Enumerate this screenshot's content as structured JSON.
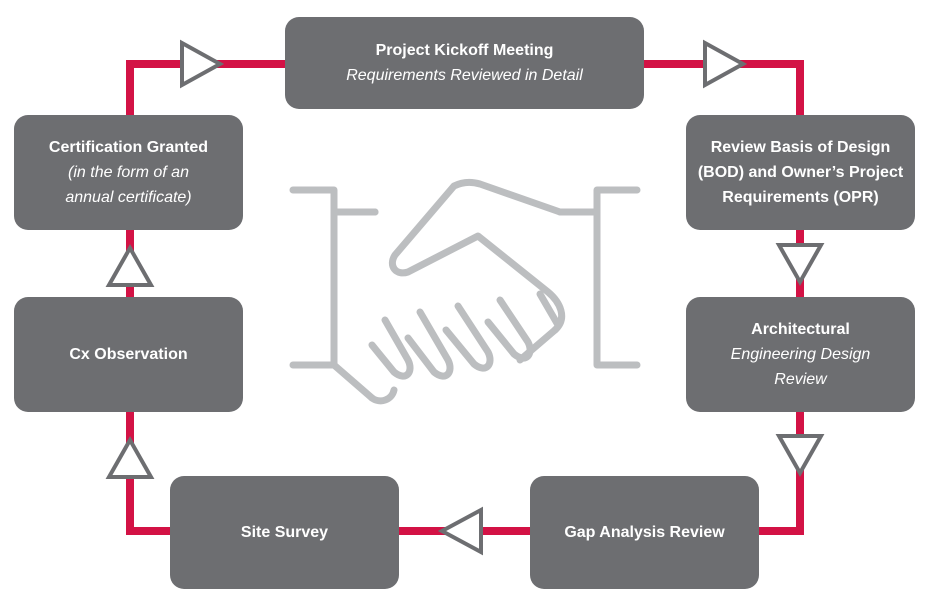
{
  "colors": {
    "box_fill": "#6d6e71",
    "box_text": "#ffffff",
    "connector": "#d31245",
    "arrow_stroke": "#6d6e71",
    "handshake": "#bcbec0"
  },
  "icons": {
    "center": "handshake-icon",
    "arrow": "triangle-arrow-icon"
  },
  "steps": {
    "kickoff": {
      "title": "Project Kickoff Meeting",
      "subtitle": "Requirements Reviewed in Detail"
    },
    "bod": {
      "line1": "Review Basis of Design",
      "line2": "(BOD) and Owner’s Project",
      "line3": "Requirements (OPR)"
    },
    "arch": {
      "title": "Architectural",
      "line2": "Engineering Design",
      "line3": "Review"
    },
    "gap": {
      "title": "Gap Analysis Review"
    },
    "site": {
      "title": "Site Survey"
    },
    "cx": {
      "title": "Cx Observation"
    },
    "cert": {
      "title": "Certification Granted",
      "line2": "(in the form of an",
      "line3": "annual certificate)"
    }
  }
}
